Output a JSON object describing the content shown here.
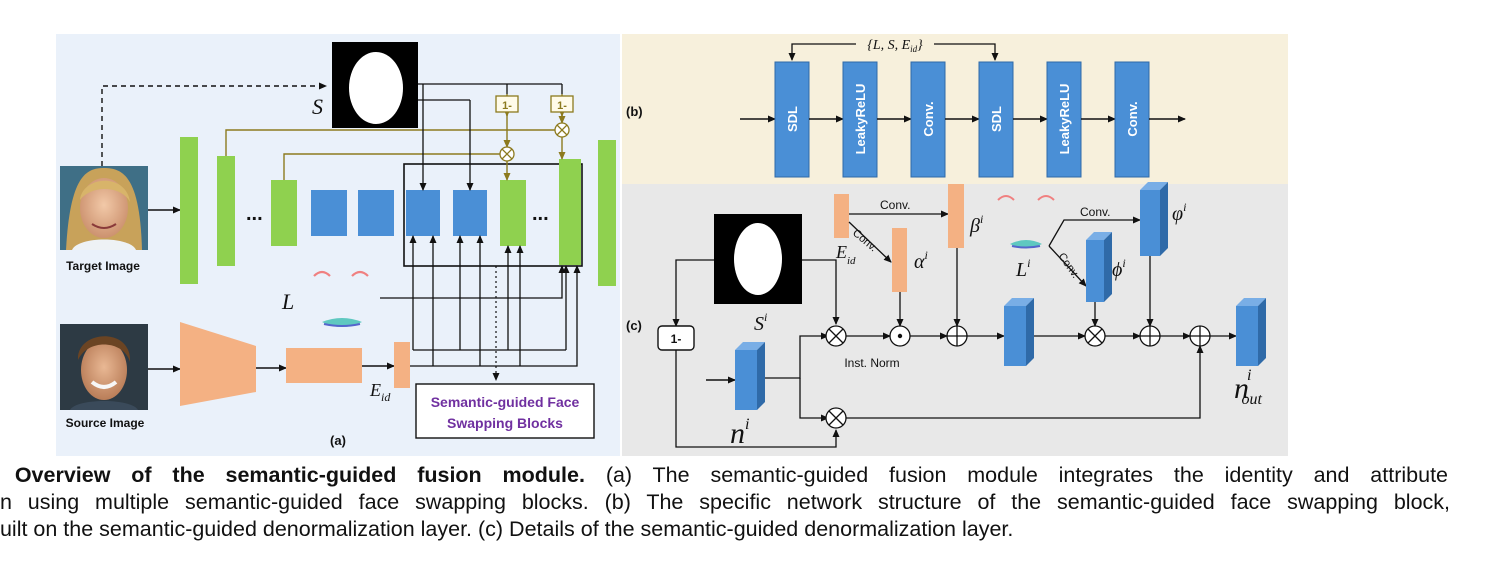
{
  "panel_a": {
    "label": "(a)",
    "target_label": "Target Image",
    "source_label": "Source Image",
    "s_symbol": "S",
    "l_symbol": "L",
    "e_symbol": "E",
    "e_sub": "id",
    "one_minus": "1-",
    "ellipsis": "...",
    "blocks_line1": "Semantic-guided Face",
    "blocks_line2": "Swapping Blocks"
  },
  "panel_b": {
    "label": "(b)",
    "feedback": "{L, S, E",
    "feedback_sub": "id",
    "feedback_end": "}",
    "blocks": [
      "SDL",
      "LeakyReLU",
      "Conv.",
      "SDL",
      "LeakyReLU",
      "Conv."
    ]
  },
  "panel_c": {
    "label": "(c)",
    "one_minus": "1-",
    "s_symbol": "S",
    "sup_i": "i",
    "e_symbol": "E",
    "e_sub": "id",
    "alpha": "α",
    "beta": "β",
    "l_symbol": "L",
    "phi": "ϕ",
    "varphi": "φ",
    "n_symbol": "n",
    "n_out_sub": "out",
    "conv": "Conv.",
    "inst_norm": "Inst. Norm"
  },
  "caption": {
    "line1_bold": ". Overview of the semantic-guided fusion module.",
    "line1": " (a) The semantic-guided fusion module integrates the identity and attribute",
    "line2": "on using multiple semantic-guided face swapping blocks. (b) The specific network structure of the semantic-guided face swapping block,",
    "line3": "built on the semantic-guided denormalization layer. (c) Details of the semantic-guided denormalization layer."
  },
  "colors": {
    "panel_a_bg": "#eaf1fa",
    "panel_b_bg": "#f7f0dc",
    "panel_c_bg": "#e8e8e8",
    "green": "#8fd14f",
    "blue": "#4a8fd6",
    "orange": "#f4b183",
    "olive": "#8c7a1e",
    "purple": "#7030a0"
  }
}
